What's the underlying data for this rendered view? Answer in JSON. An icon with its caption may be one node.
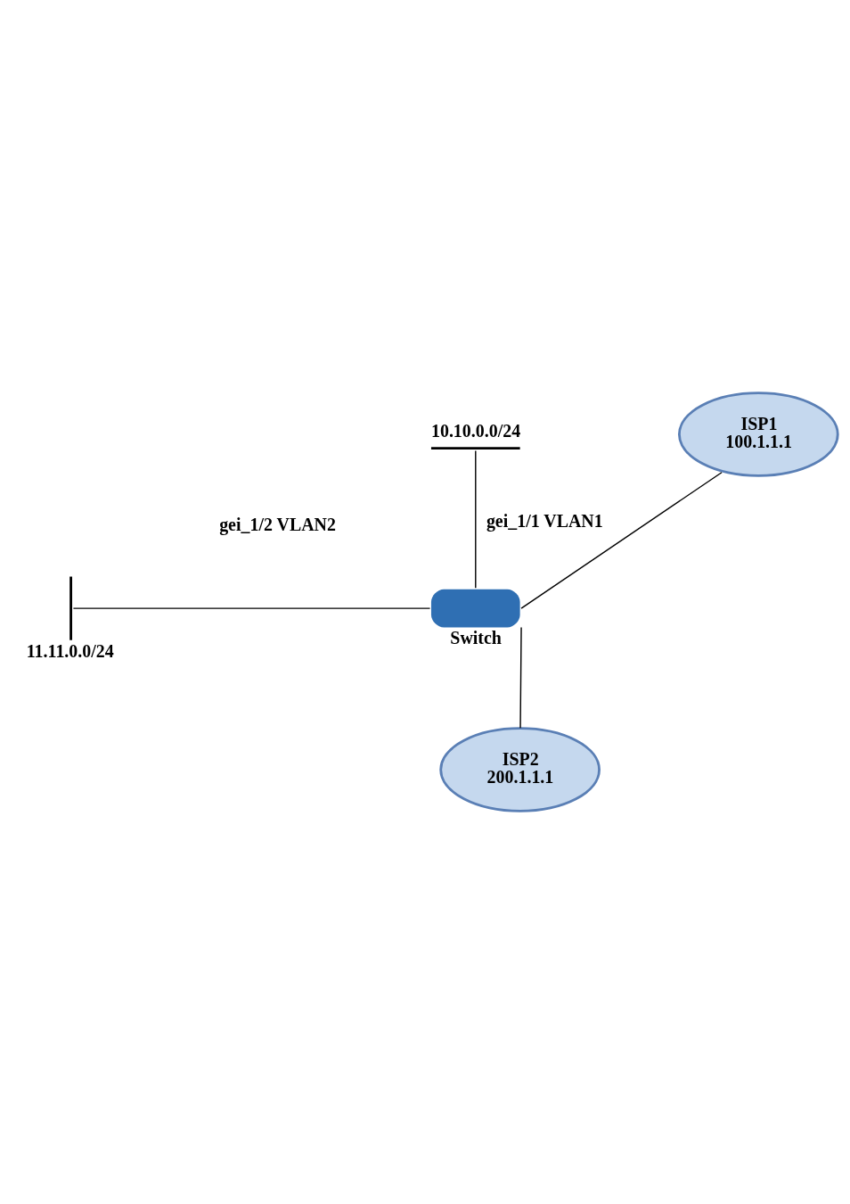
{
  "diagram": {
    "nodes": [
      {
        "text": [],
        "shape": "bar",
        "beside": [
          "10.10.0.0/24"
        ]
      },
      {
        "text": [
          "ISP1",
          "100.1.1.1"
        ]
      },
      {
        "text": [],
        "shape": "bar",
        "beside": [
          "11.11.0.0/24"
        ]
      },
      {
        "text": [
          "Switch"
        ]
      },
      {
        "text": [
          "ISP2",
          "200.1.1.1"
        ]
      }
    ],
    "edges": [
      {
        "from": 0,
        "to": 3,
        "arrow": "none",
        "label": "gei_1/1 VLAN1"
      },
      {
        "from": 2,
        "to": 3,
        "arrow": "none",
        "label": "gei_1/2 VLAN2"
      },
      {
        "from": 1,
        "to": 3,
        "arrow": "none"
      },
      {
        "from": 3,
        "to": 4,
        "arrow": "none"
      }
    ]
  }
}
